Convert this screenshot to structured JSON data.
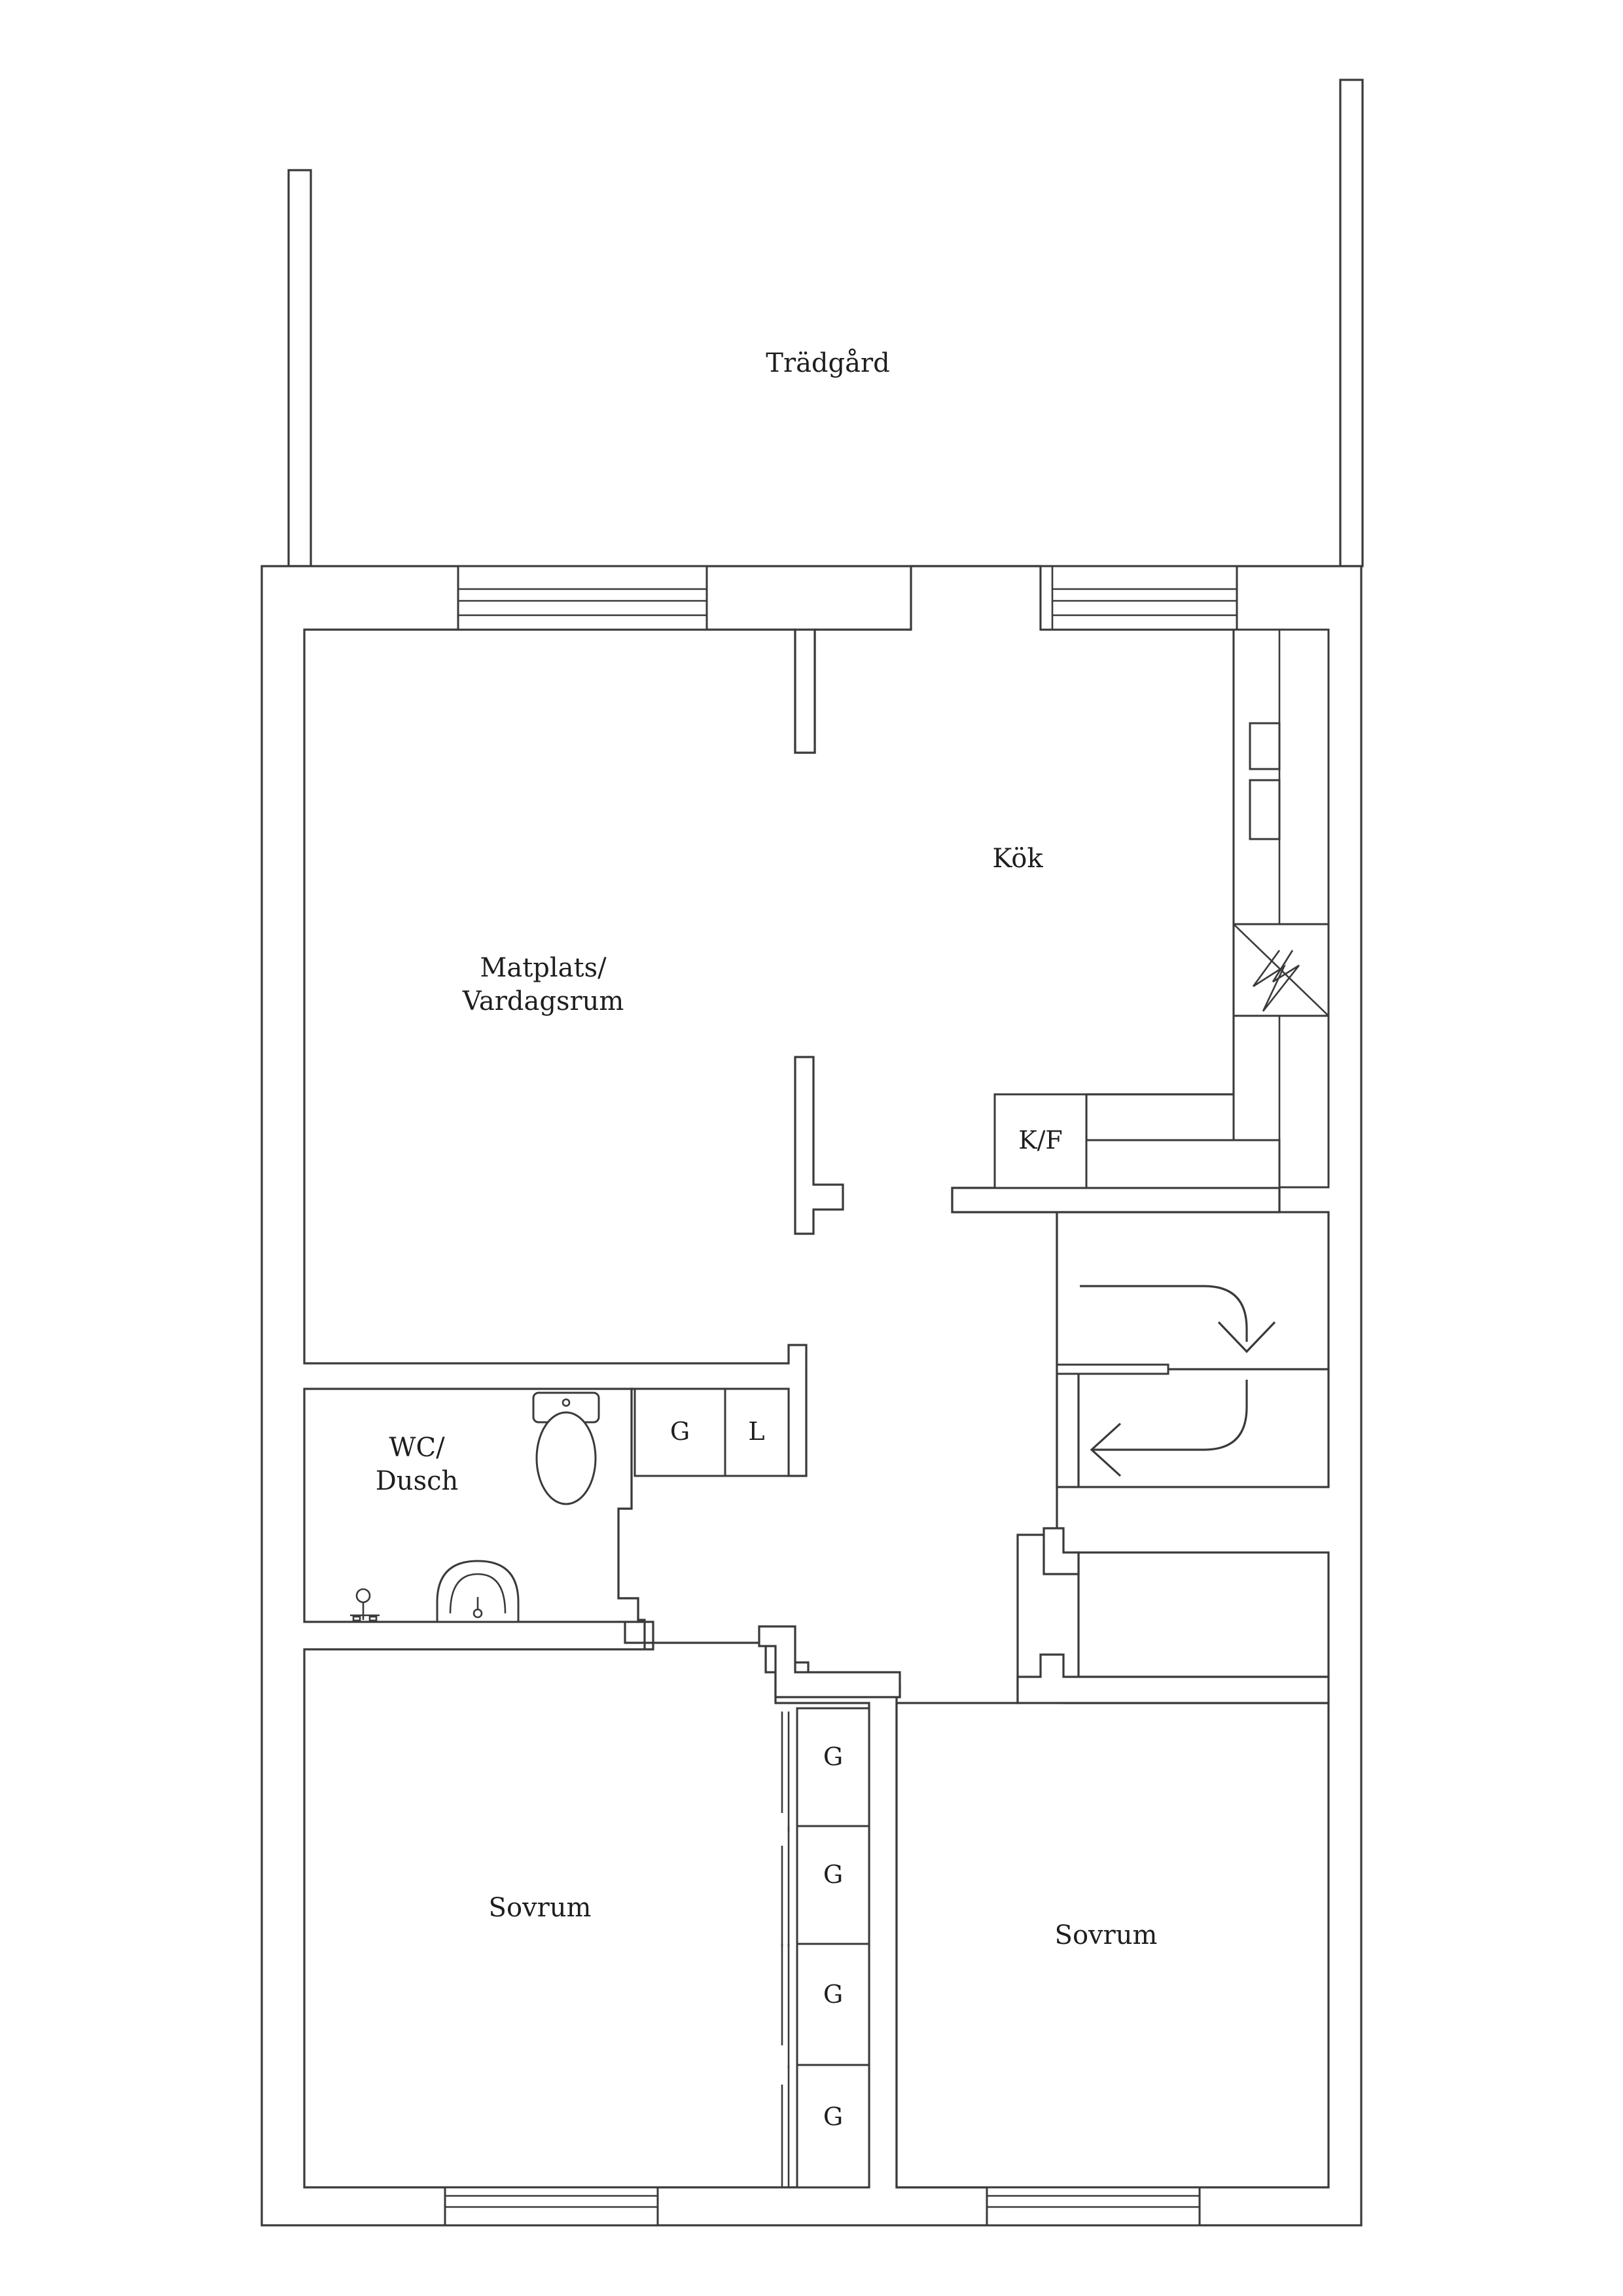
{
  "floorplan": {
    "rooms": {
      "garden": "Trädgård",
      "kitchen": "Kök",
      "living_line1": "Matplats/",
      "living_line2": "Vardagsrum",
      "bath_line1": "WC/",
      "bath_line2": "Dusch",
      "bedroom_left": "Sovrum",
      "bedroom_right": "Sovrum"
    },
    "fixtures": {
      "fridge_freezer": "K/F",
      "wardrobe": "G",
      "linen": "L"
    },
    "colors": {
      "line": "#3a3a3a",
      "background": "#ffffff",
      "text": "#1e1e1e"
    }
  }
}
